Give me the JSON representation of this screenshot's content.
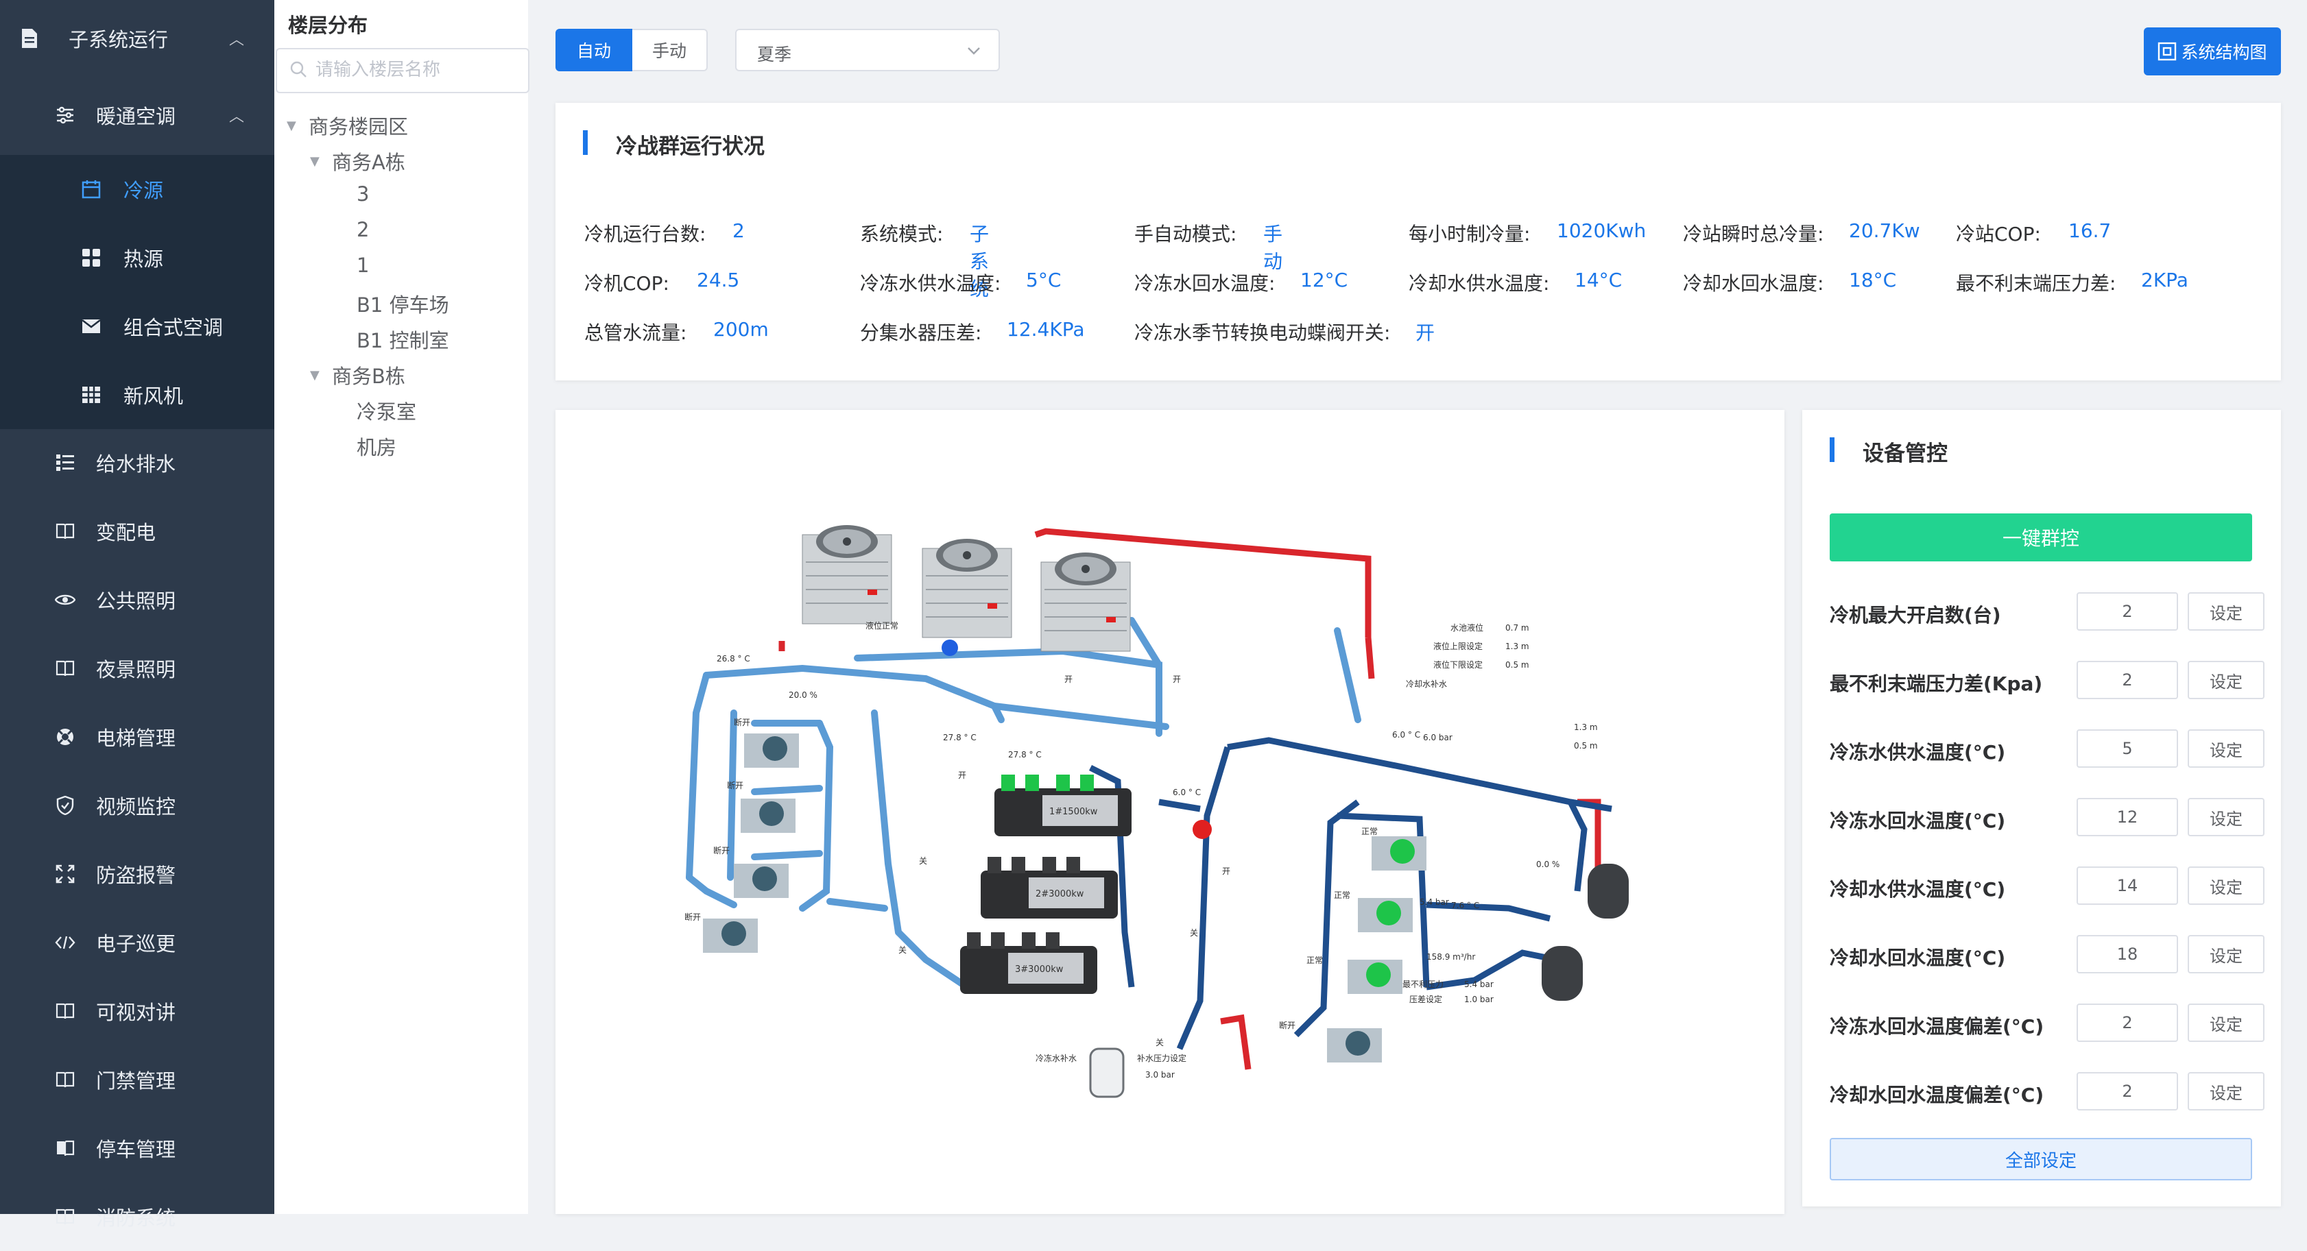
{
  "sidebar": {
    "top": {
      "label": "子系统运行"
    },
    "hvac": {
      "label": "暖通空调"
    },
    "items": [
      {
        "label": "冷源"
      },
      {
        "label": "热源"
      },
      {
        "label": "组合式空调"
      },
      {
        "label": "新风机"
      }
    ],
    "modules": [
      {
        "label": "给水排水"
      },
      {
        "label": "变配电"
      },
      {
        "label": "公共照明"
      },
      {
        "label": "夜景照明"
      },
      {
        "label": "电梯管理"
      },
      {
        "label": "视频监控"
      },
      {
        "label": "防盗报警"
      },
      {
        "label": "电子巡更"
      },
      {
        "label": "可视对讲"
      },
      {
        "label": "门禁管理"
      },
      {
        "label": "停车管理"
      },
      {
        "label": "消防系统"
      }
    ],
    "colors": {
      "bg": "#2d3a4b",
      "active": "#409eff"
    }
  },
  "tree": {
    "title": "楼层分布",
    "search_placeholder": "请输入楼层名称",
    "nodes": [
      {
        "label": "商务楼园区"
      },
      {
        "label": "商务A栋"
      },
      {
        "label": "3"
      },
      {
        "label": "2"
      },
      {
        "label": "1"
      },
      {
        "label": "B1 停车场"
      },
      {
        "label": "B1 控制室"
      },
      {
        "label": "商务B栋"
      },
      {
        "label": "冷泵室"
      },
      {
        "label": "机房"
      }
    ]
  },
  "toolbar": {
    "auto_label": "自动",
    "manual_label": "手动",
    "season_value": "夏季",
    "system_button": "系统结构图"
  },
  "status": {
    "title": "冷战群运行状况",
    "rows": [
      [
        {
          "k": "冷机运行台数:",
          "v": "2"
        },
        {
          "k": "系统模式:",
          "v": "子系统"
        },
        {
          "k": "手自动模式:",
          "v": "手动"
        },
        {
          "k": "每小时制冷量:",
          "v": "1020Kwh"
        },
        {
          "k": "冷站瞬时总冷量:",
          "v": "20.7Kw"
        },
        {
          "k": "冷站COP:",
          "v": "16.7"
        }
      ],
      [
        {
          "k": "冷机COP:",
          "v": "24.5"
        },
        {
          "k": "冷冻水供水温度:",
          "v": "5°C"
        },
        {
          "k": "冷冻水回水温度:",
          "v": "12°C"
        },
        {
          "k": "冷却水供水温度:",
          "v": "14°C"
        },
        {
          "k": "冷却水回水温度:",
          "v": "18°C"
        },
        {
          "k": "最不利末端压力差:",
          "v": "2KPa"
        }
      ],
      [
        {
          "k": "总管水流量:",
          "v": "200m"
        },
        {
          "k": "分集水器压差:",
          "v": "12.4KPa"
        },
        {
          "k": "冷冻水季节转换电动蝶阀开关:",
          "v": "开"
        }
      ]
    ]
  },
  "diagram": {
    "labels": {
      "level_ok": "液位正常",
      "t1": "26.8 ° C",
      "t2": "27.8 ° C",
      "t3": "27.8 ° C",
      "t4": "6.0 ° C",
      "t5": "6.0 ° C",
      "p1": "6.0 bar",
      "p2": "5.4 bar",
      "t6": "7.6 ° C",
      "flow": "158.9 m³/hr",
      "v1": "20.0 %",
      "v2": "0.0 %",
      "b1": "1.3 m",
      "b2": "0.5 m",
      "chiller1": "1#1500kw",
      "chiller2": "2#3000kw",
      "chiller3": "3#3000kw",
      "off": "断开",
      "normal": "正常",
      "open": "开",
      "close": "关",
      "tank_level": "水池液位",
      "tank_val": "0.7 m",
      "upper": "液位上限设定",
      "upper_v": "1.3 m",
      "lower": "液位下限设定",
      "lower_v": "0.5 m",
      "cool_refill": "冷却水补水",
      "freeze_refill": "冷冻水补水",
      "refill_set": "补水压力设定",
      "refill_v": "3.0 bar",
      "worst": "最不利压力",
      "worst_v": "5.4 bar",
      "diff_set": "压差设定",
      "diff_v": "1.0 bar"
    },
    "colors": {
      "cold_pipe": "#5b9bd5",
      "hot_pipe": "#d9262c",
      "return_pipe": "#1f4e8c",
      "pump": "#1ec449"
    }
  },
  "control": {
    "title": "设备管控",
    "onekey": "一键群控",
    "set_label": "设定",
    "rows": [
      {
        "label": "冷机最大开启数(台)",
        "value": "2"
      },
      {
        "label": "最不利末端压力差(Kpa)",
        "value": "2"
      },
      {
        "label": "冷冻水供水温度(°C)",
        "value": "5"
      },
      {
        "label": "冷冻水回水温度(°C)",
        "value": "12"
      },
      {
        "label": "冷却水供水温度(°C)",
        "value": "14"
      },
      {
        "label": "冷却水回水温度(°C)",
        "value": "18"
      },
      {
        "label": "冷冻水回水温度偏差(°C)",
        "value": "2"
      },
      {
        "label": "冷却水回水温度偏差(°C)",
        "value": "2"
      }
    ],
    "all_set": "全部设定"
  }
}
